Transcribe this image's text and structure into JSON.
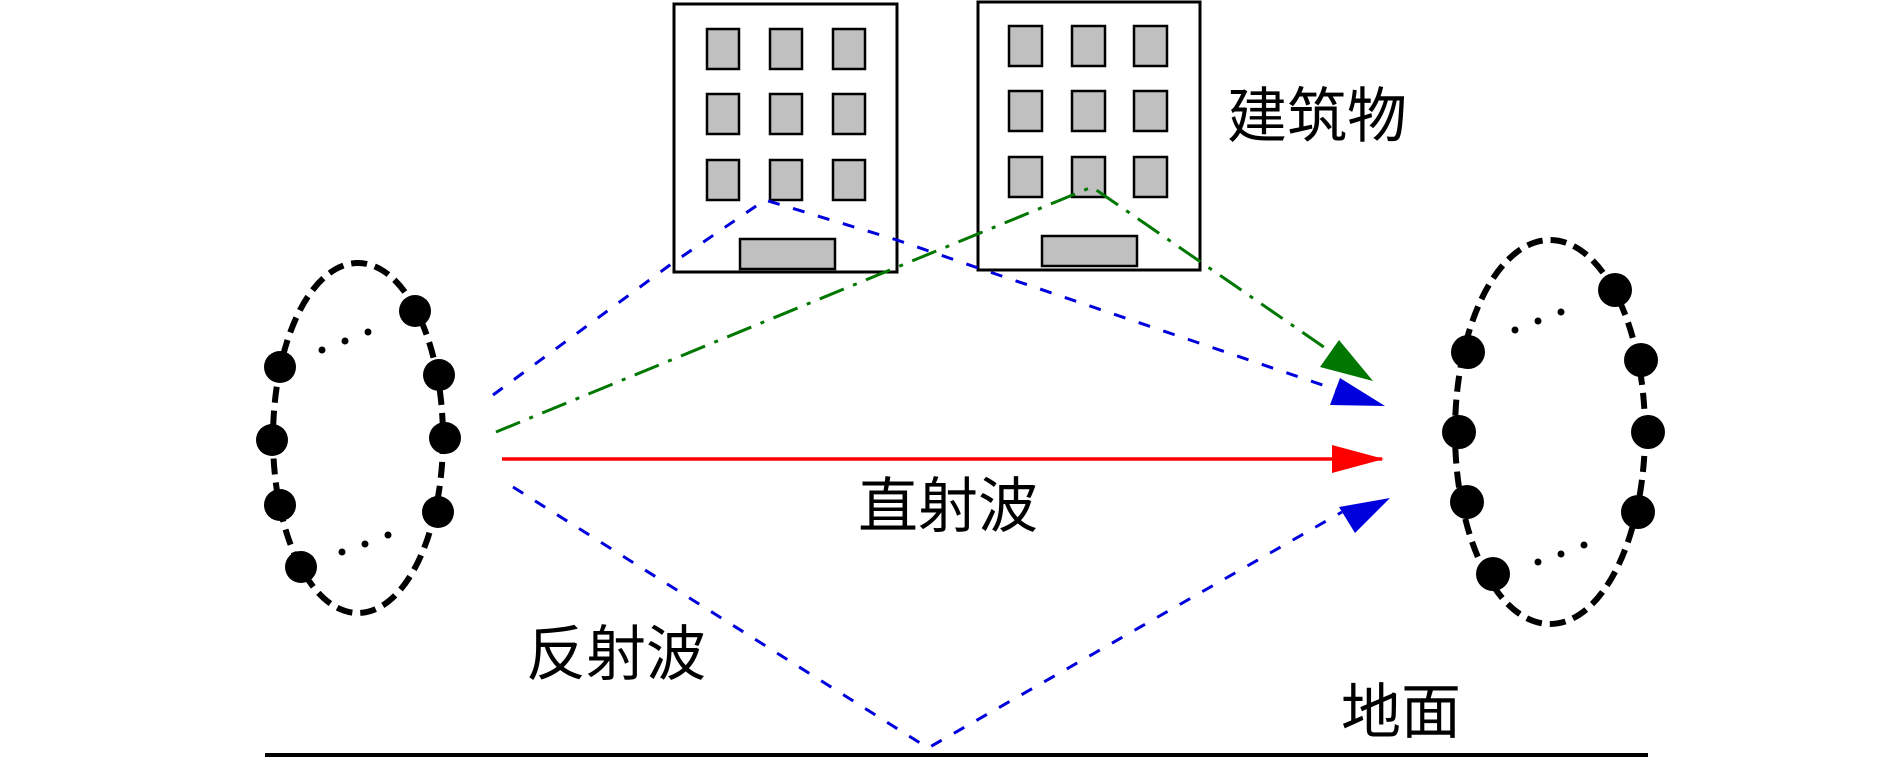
{
  "labels": {
    "building": "建筑物",
    "direct_wave": "直射波",
    "reflected_wave": "反射波",
    "ground": "地面"
  },
  "colors": {
    "direct": "#ff0000",
    "reflected": "#0000dd",
    "scattered": "#007700",
    "window": "#c0c0c0",
    "stroke": "#000000"
  }
}
